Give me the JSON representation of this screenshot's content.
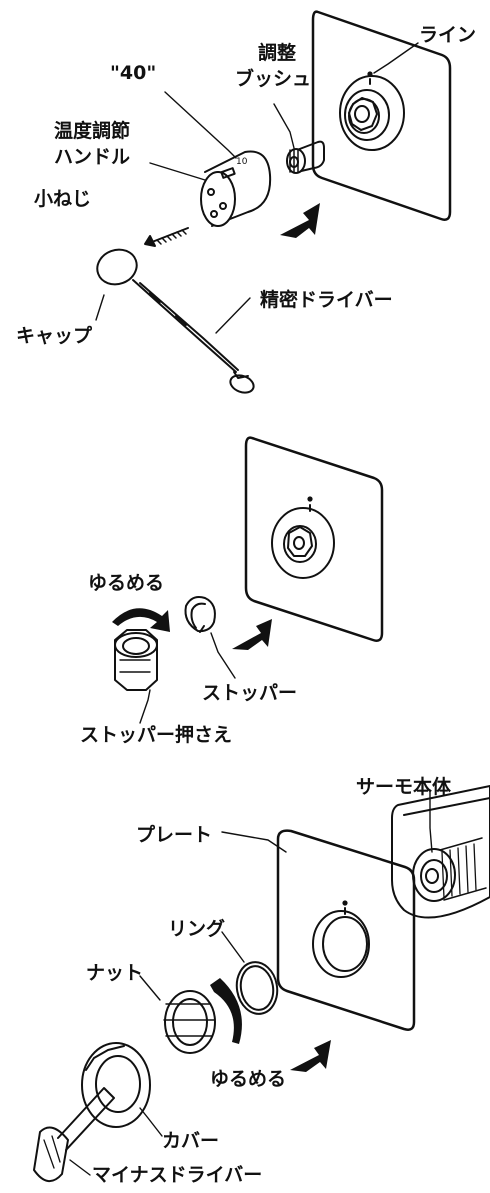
{
  "panel1": {
    "labels": {
      "line": "ライン",
      "adjust_bush_1": "調整",
      "adjust_bush_2": "ブッシュ",
      "mark_40": "\"40\"",
      "temp_handle_1": "温度調節",
      "temp_handle_2": "ハンドル",
      "small_screw": "小ねじ",
      "precision_driver": "精密ドライバー",
      "cap": "キャップ"
    }
  },
  "panel2": {
    "labels": {
      "loosen": "ゆるめる",
      "stopper": "ストッパー",
      "stopper_holder": "ストッパー押さえ"
    }
  },
  "panel3": {
    "labels": {
      "thermo_body": "サーモ本体",
      "plate": "プレート",
      "ring": "リング",
      "nut": "ナット",
      "loosen": "ゆるめる",
      "cover": "カバー",
      "minus_driver": "マイナスドライバー"
    }
  }
}
